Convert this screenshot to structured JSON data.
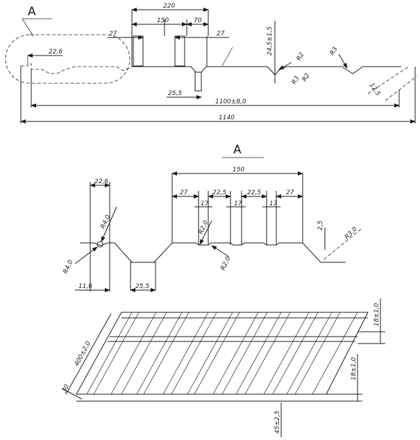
{
  "callout": {
    "section_letter": "A",
    "detail_letter": "A"
  },
  "top_view": {
    "dims": {
      "d220": "220",
      "d150": "150",
      "d70": "70",
      "d27a": "27",
      "d27b": "27",
      "d22_6": "22,6",
      "d24_5": "24,5±1,5",
      "d25_5": "25,5",
      "r2a": "R2",
      "r2b": "R2",
      "r3a": "R3",
      "r3b": "R3",
      "d12_5": "12,5",
      "d1100": "1100±8,0",
      "d1140": "1140"
    }
  },
  "detail_view": {
    "dims": {
      "d150": "150",
      "d22_6": "22,6",
      "d27a": "27",
      "d22_5a": "22,5",
      "d22_5b": "22,5",
      "d27b": "27",
      "d17a": "17",
      "d17b": "17",
      "d17c": "17",
      "r4a": "R4,0",
      "r4b": "R4,0",
      "r2a": "R2,0",
      "r2b": "R2,0",
      "r3": "R3,0",
      "d2_5": "2,5",
      "d11_6": "11,6",
      "d25_5": "25,5"
    }
  },
  "iso_view": {
    "dims": {
      "d400": "400±2,0",
      "d30": "30",
      "d18a": "18±1,0",
      "d18b": "18±1,0",
      "d45": "45±2,5"
    }
  }
}
